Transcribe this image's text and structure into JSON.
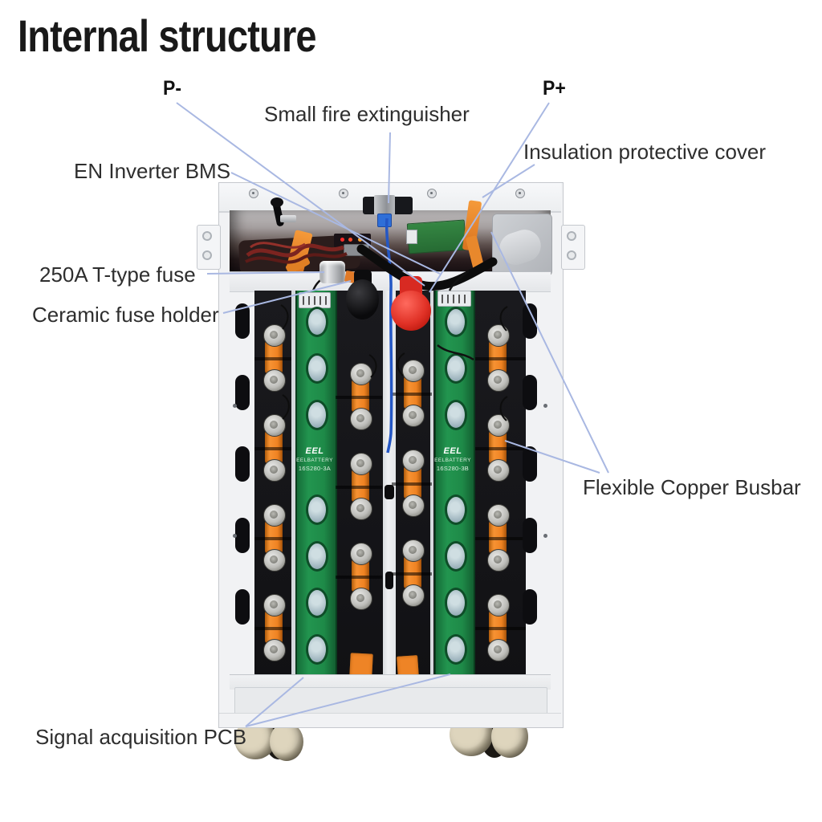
{
  "title": "Internal structure",
  "labels": {
    "p_minus": "P-",
    "p_plus": "P+",
    "fire_extinguisher": "Small fire extinguisher",
    "insulation_cover": "Insulation protective cover",
    "inverter_bms": "EN Inverter BMS",
    "t_fuse": "250A T-type fuse",
    "fuse_holder": "Ceramic fuse holder",
    "copper_busbar": "Flexible Copper Busbar",
    "signal_pcb": "Signal acquisition PCB"
  },
  "photo": {
    "pcb_left": {
      "logo": "EEL",
      "brand": "EELBATTERY",
      "model": "16S280-3A"
    },
    "pcb_right": {
      "logo": "EEL",
      "brand": "EELBATTERY",
      "model": "16S280-3B"
    }
  },
  "colors": {
    "leader_line": "#a9b8e2",
    "pcb_green": "#1f8a4a",
    "busbar_orange": "#ee8222",
    "terminal_red_cap": "#d92818",
    "blue_wire": "#2457c5"
  }
}
